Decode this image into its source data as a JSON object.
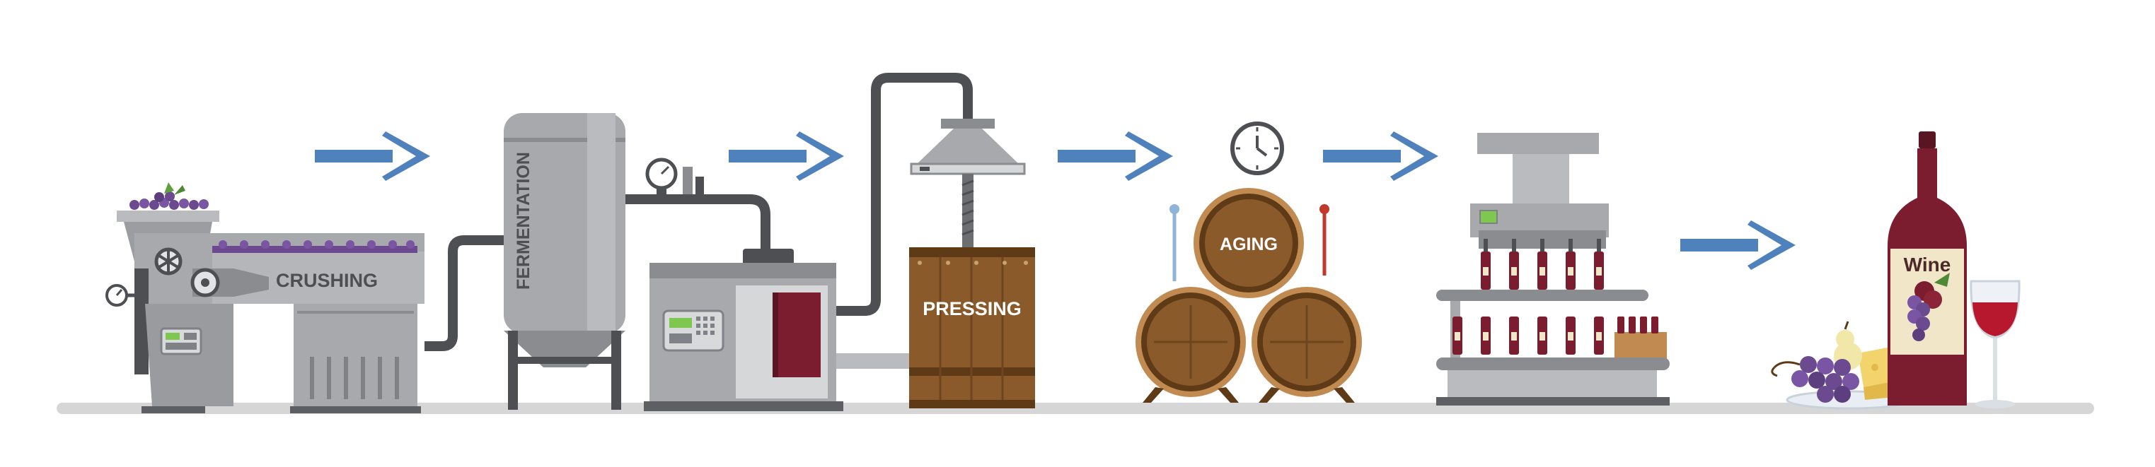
{
  "stages": {
    "crushing": "CRUSHING",
    "fermentation": "FERMENTATION",
    "pressing": "PRESSING",
    "aging": "AGING"
  },
  "bottle_label": "Wine",
  "colors": {
    "arrow": "#4f81bd",
    "machine": "#a7a9ad",
    "machine_dark": "#7e8186",
    "pipe": "#4d4f53",
    "wood": "#8b5a2b",
    "wood_dark": "#5e3a17",
    "grape": "#6b4a8f",
    "wine": "#7b1d2e",
    "floor": "#d6d6d6"
  },
  "icons": [
    "arrow-right-icon",
    "clock-icon",
    "pressure-gauge-icon",
    "thermometer-icon",
    "grapes-icon",
    "wine-glass-icon",
    "cheese-icon"
  ]
}
